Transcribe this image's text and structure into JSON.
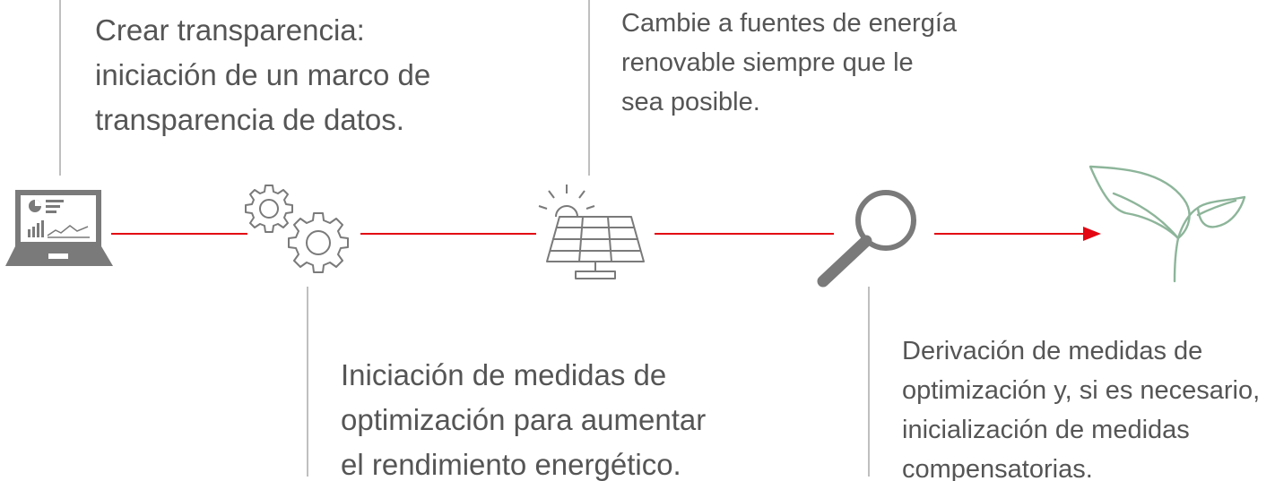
{
  "colors": {
    "connector": "#e30613",
    "icon_gray": "#7a7a7a",
    "leaf_green": "#8db59a",
    "text": "#555555",
    "callout_line": "#bfbfbf"
  },
  "steps": [
    {
      "icon": "laptop-dashboard-icon",
      "lines": [
        "Crear transparencia:",
        "iniciación de un marco de",
        "transparencia de datos."
      ]
    },
    {
      "icon": "gears-icon",
      "lines": [
        "Iniciación de medidas de",
        "optimización para aumentar",
        "el rendimiento energético."
      ]
    },
    {
      "icon": "solar-panel-icon",
      "lines": [
        "Cambie a fuentes de energía",
        "renovable siempre que le",
        "sea posible."
      ]
    },
    {
      "icon": "magnifier-icon",
      "lines": [
        "Derivación de medidas de",
        "optimización y, si es necesario,",
        "inicialización de medidas",
        "compensatorias."
      ]
    },
    {
      "icon": "leaf-sprout-icon"
    }
  ]
}
